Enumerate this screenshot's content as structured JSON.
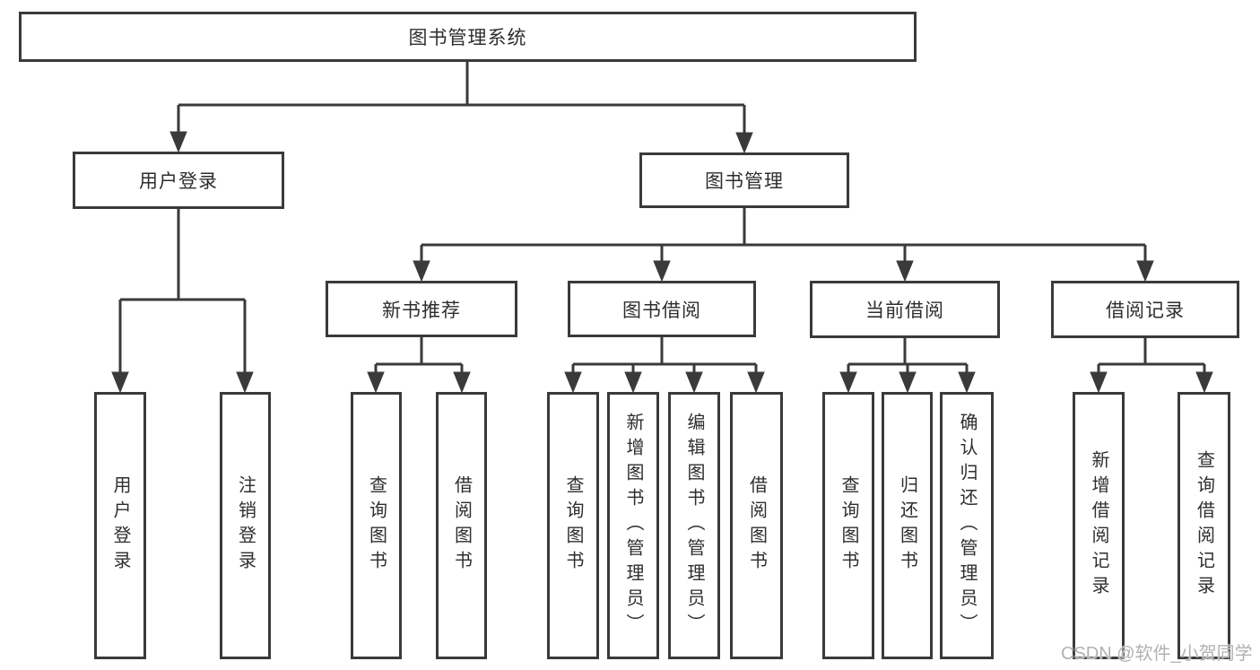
{
  "diagram": {
    "title": "图书管理系统",
    "watermark": "CSDN @软件_小贺同学",
    "colors": {
      "line": "#3a3a3a",
      "text": "#2e2e2e",
      "background": "#ffffff",
      "watermark": "#b2b2b2"
    },
    "nodes": [
      {
        "id": "root",
        "label": "图书管理系统",
        "parent": null,
        "level": 1
      },
      {
        "id": "user-login",
        "label": "用户登录",
        "parent": "root",
        "level": 2
      },
      {
        "id": "book-mgmt",
        "label": "图书管理",
        "parent": "root",
        "level": 2
      },
      {
        "id": "new-book-rec",
        "label": "新书推荐",
        "parent": "book-mgmt",
        "level": 3
      },
      {
        "id": "book-borrow",
        "label": "图书借阅",
        "parent": "book-mgmt",
        "level": 3
      },
      {
        "id": "current-borrow",
        "label": "当前借阅",
        "parent": "book-mgmt",
        "level": 3
      },
      {
        "id": "borrow-record",
        "label": "借阅记录",
        "parent": "book-mgmt",
        "level": 3
      },
      {
        "id": "leaf-user-login",
        "label": "用户登录",
        "parent": "user-login",
        "level": 4
      },
      {
        "id": "leaf-logout",
        "label": "注销登录",
        "parent": "user-login",
        "level": 4
      },
      {
        "id": "leaf-query-book-1",
        "label": "查询图书",
        "parent": "new-book-rec",
        "level": 4
      },
      {
        "id": "leaf-borrow-book-1",
        "label": "借阅图书",
        "parent": "new-book-rec",
        "level": 4
      },
      {
        "id": "leaf-query-book-2",
        "label": "查询图书",
        "parent": "book-borrow",
        "level": 4
      },
      {
        "id": "leaf-add-book",
        "label": "新增图书（管理员）",
        "parent": "book-borrow",
        "level": 4
      },
      {
        "id": "leaf-edit-book",
        "label": "编辑图书（管理员）",
        "parent": "book-borrow",
        "level": 4
      },
      {
        "id": "leaf-borrow-book-2",
        "label": "借阅图书",
        "parent": "book-borrow",
        "level": 4
      },
      {
        "id": "leaf-query-book-3",
        "label": "查询图书",
        "parent": "current-borrow",
        "level": 4
      },
      {
        "id": "leaf-return-book",
        "label": "归还图书",
        "parent": "current-borrow",
        "level": 4
      },
      {
        "id": "leaf-confirm-return",
        "label": "确认归还（管理员）",
        "parent": "current-borrow",
        "level": 4
      },
      {
        "id": "leaf-add-borrow-record",
        "label": "新增借阅记录",
        "parent": "borrow-record",
        "level": 4
      },
      {
        "id": "leaf-query-borrow-record",
        "label": "查询借阅记录",
        "parent": "borrow-record",
        "level": 4
      }
    ]
  }
}
